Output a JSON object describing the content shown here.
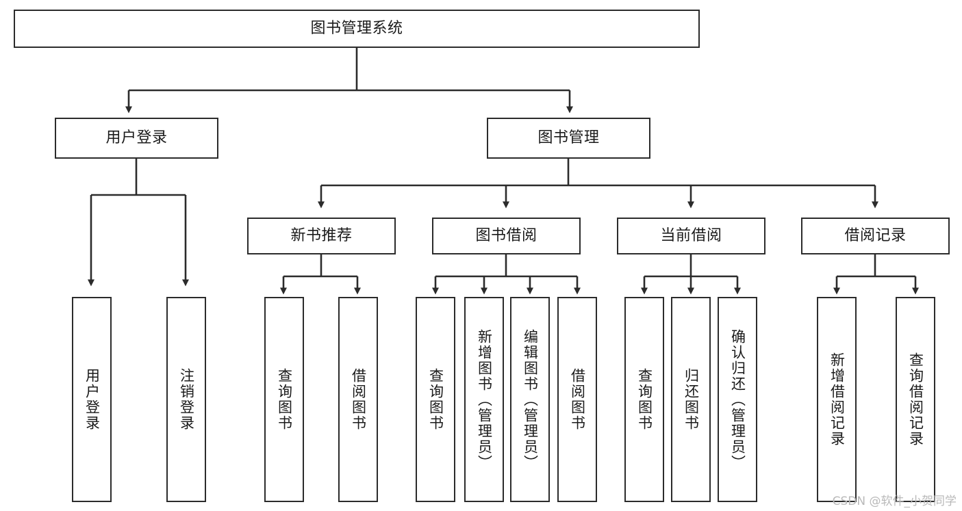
{
  "diagram": {
    "type": "tree-hierarchy-chart",
    "title": "图书管理系统",
    "orientation": "top-down",
    "colors": {
      "box_border": "#2b2b2b",
      "box_fill": "#ffffff",
      "connector": "#2b2b2b",
      "background": "#ffffff",
      "watermark": "#b9b9b9"
    },
    "root": {
      "id": "root",
      "label": "图书管理系统"
    },
    "level2": [
      {
        "id": "user-login",
        "label": "用户登录"
      },
      {
        "id": "book-management",
        "label": "图书管理"
      }
    ],
    "level3": [
      {
        "id": "new-book-recommend",
        "label": "新书推荐",
        "parent": "book-management"
      },
      {
        "id": "book-borrow",
        "label": "图书借阅",
        "parent": "book-management"
      },
      {
        "id": "current-borrow",
        "label": "当前借阅",
        "parent": "book-management"
      },
      {
        "id": "borrow-record",
        "label": "借阅记录",
        "parent": "book-management"
      }
    ],
    "leaves": [
      {
        "id": "leaf-user-login",
        "label": "用户登录",
        "parent": "user-login"
      },
      {
        "id": "leaf-logout-login",
        "label": "注销登录",
        "parent": "user-login"
      },
      {
        "id": "leaf-query-book-1",
        "label": "查询图书",
        "parent": "new-book-recommend"
      },
      {
        "id": "leaf-borrow-book-1",
        "label": "借阅图书",
        "parent": "new-book-recommend"
      },
      {
        "id": "leaf-query-book-2",
        "label": "查询图书",
        "parent": "book-borrow"
      },
      {
        "id": "leaf-add-book",
        "label": "新增图书（管理员）",
        "parent": "book-borrow"
      },
      {
        "id": "leaf-edit-book",
        "label": "编辑图书（管理员）",
        "parent": "book-borrow"
      },
      {
        "id": "leaf-borrow-book-2",
        "label": "借阅图书",
        "parent": "book-borrow"
      },
      {
        "id": "leaf-query-book-3",
        "label": "查询图书",
        "parent": "current-borrow"
      },
      {
        "id": "leaf-return-book",
        "label": "归还图书",
        "parent": "current-borrow"
      },
      {
        "id": "leaf-confirm-return",
        "label": "确认归还（管理员）",
        "parent": "current-borrow"
      },
      {
        "id": "leaf-add-record",
        "label": "新增借阅记录",
        "parent": "borrow-record"
      },
      {
        "id": "leaf-query-record",
        "label": "查询借阅记录",
        "parent": "borrow-record"
      }
    ],
    "watermark": "CSDN @软件_小贺同学"
  }
}
